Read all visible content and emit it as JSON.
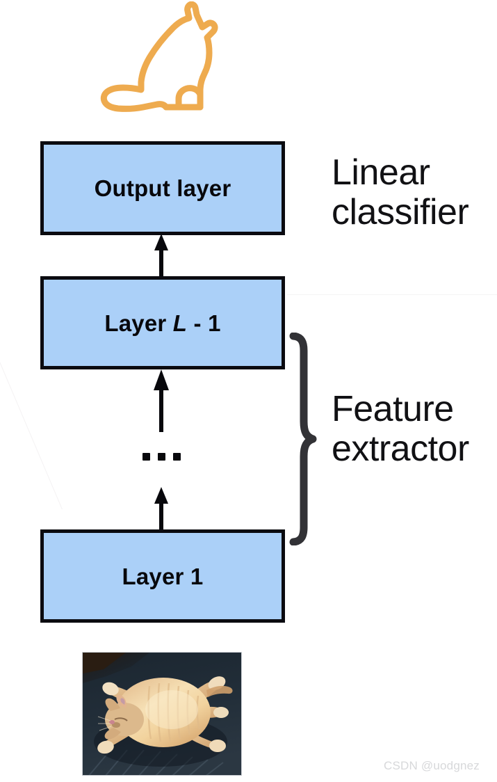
{
  "diagram": {
    "title": "Deep neural network split into feature extractor and linear classifier",
    "colors": {
      "box_fill": "#abd0f8",
      "box_border": "#0b0b10",
      "text": "#08080c",
      "cat_outline": "#eeab4f",
      "brace": "#323236",
      "watermark": "#d7d8da",
      "background": "#ffffff"
    },
    "top_icon": {
      "name": "cat-outline-icon",
      "description": "orange line-art outline of a cat sitting in profile facing right"
    },
    "layers": [
      {
        "id": "output",
        "label": "Output layer",
        "label_plain": "Output layer"
      },
      {
        "id": "l-minus-1",
        "label_prefix": "Layer ",
        "label_italic": "L",
        "label_suffix": " - 1",
        "label_plain": "Layer L - 1"
      },
      {
        "id": "ellipsis",
        "label_plain": "..."
      },
      {
        "id": "layer-1",
        "label": "Layer 1",
        "label_plain": "Layer 1"
      }
    ],
    "arrows": [
      {
        "id": "arrow-layer1-to-ellipsis",
        "direction": "up"
      },
      {
        "id": "arrow-ellipsis-to-lminus1",
        "direction": "up"
      },
      {
        "id": "arrow-lminus1-to-output",
        "direction": "up"
      }
    ],
    "annotations": [
      {
        "id": "linear-classifier",
        "line1": "Linear",
        "line2": "classifier",
        "text": "Linear classifier",
        "brace": false
      },
      {
        "id": "feature-extractor",
        "line1": "Feature",
        "line2": "extractor",
        "text": "Feature extractor",
        "brace": true
      }
    ],
    "input_photo": {
      "name": "input-cat-photo",
      "description": "photograph of a chubby orange tabby cat lying on its back on a dark blue-grey surface"
    },
    "watermark": "CSDN @uodgnez"
  }
}
